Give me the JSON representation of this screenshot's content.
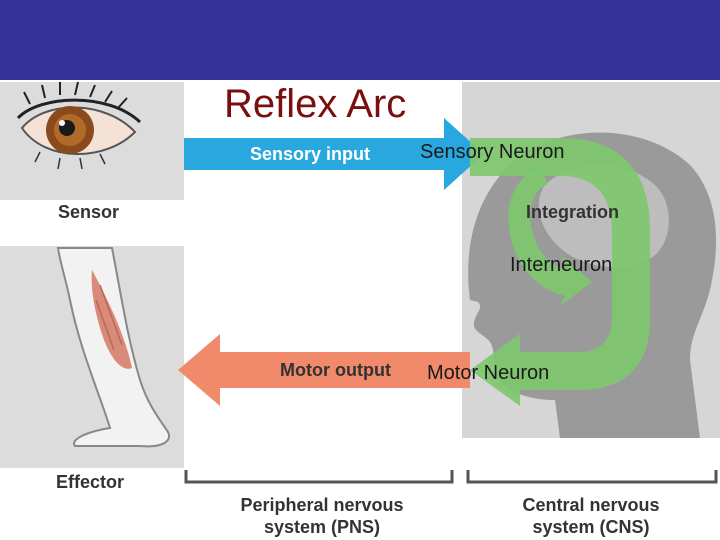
{
  "slide": {
    "title": "Reflex Arc"
  },
  "labels": {
    "sensor": "Sensor",
    "effector": "Effector",
    "sensory_input": "Sensory input",
    "motor_output": "Motor output",
    "integration": "Integration",
    "pns_line1": "Peripheral nervous",
    "pns_line2": "system (PNS)",
    "cns_line1": "Central nervous",
    "cns_line2": "system (CNS)"
  },
  "annotations": {
    "sensory_neuron": "Sensory Neuron",
    "interneuron": "Interneuron",
    "motor_neuron": "Motor Neuron"
  },
  "colors": {
    "banner": "#333399",
    "title": "#7a0f0f",
    "sensory_arrow": "#29a8e0",
    "motor_arrow": "#f08a6a",
    "integration_arrow": "#7ec86f",
    "panel": "#d8d8d8"
  }
}
